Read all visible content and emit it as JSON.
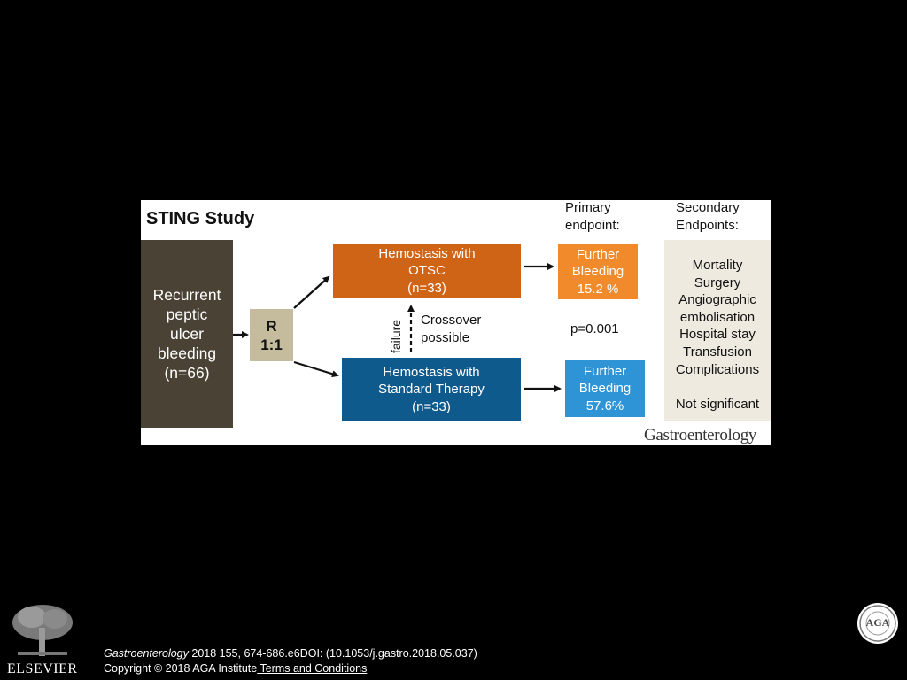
{
  "figure": {
    "title": "STING Study",
    "primary_header": [
      "Primary",
      "endpoint:"
    ],
    "secondary_header": [
      "Secondary",
      "Endpoints:"
    ],
    "population": [
      "Recurrent",
      "peptic",
      "ulcer",
      "bleeding",
      "(n=66)"
    ],
    "randomization": [
      "R",
      "1:1"
    ],
    "otsc_arm": [
      "Hemostasis with",
      "OTSC",
      "(n=33)"
    ],
    "standard_arm": [
      "Hemostasis with",
      "Standard Therapy",
      "(n=33)"
    ],
    "crossover_side": "failure",
    "crossover": [
      "Crossover",
      "possible"
    ],
    "otsc_outcome": [
      "Further",
      "Bleeding",
      "15.2 %"
    ],
    "standard_outcome": [
      "Further",
      "Bleeding",
      "57.6%"
    ],
    "p_value": "p=0.001",
    "secondary_list": [
      "Mortality",
      "Surgery",
      "Angiographic",
      "embolisation",
      "Hospital stay",
      "Transfusion",
      "Complications"
    ],
    "secondary_result": "Not significant",
    "journal_logo": "Gastroenterology"
  },
  "colors": {
    "dark_box": "#4a4234",
    "r_box": "#c5bc9d",
    "orange": "#cf6417",
    "light_orange": "#f08a2a",
    "blue": "#0f5a8c",
    "light_blue": "#2f94d6",
    "beige": "#efeae0"
  },
  "footer": {
    "journal": "Gastroenterology",
    "citation": " 2018 155, 674-686.e6DOI: (10.1053/j.gastro.2018.05.037)",
    "copyright": "Copyright © 2018 AGA Institute",
    "terms_link": " Terms and Conditions",
    "publisher": "ELSEVIER",
    "seal_text": "AGA"
  }
}
